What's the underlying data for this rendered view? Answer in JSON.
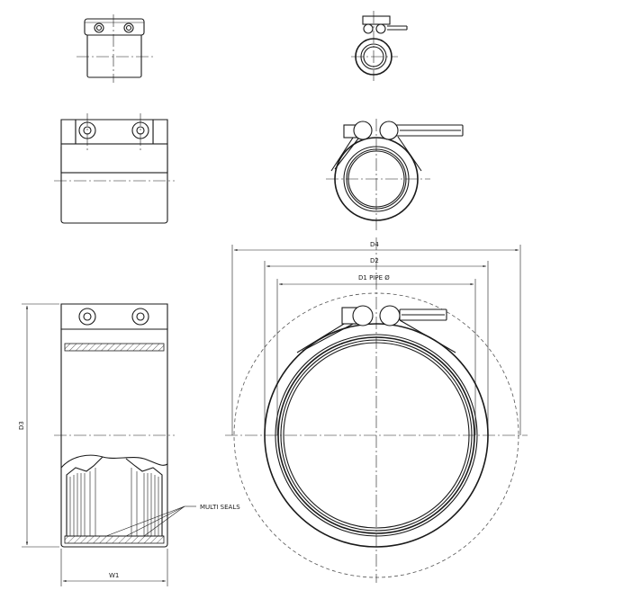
{
  "labels": {
    "d4": "D4",
    "d2": "D2",
    "d1": "D1 PIPE Ø",
    "d3": "D3",
    "w1": "W1",
    "multi_seals": "MULTI SEALS"
  }
}
